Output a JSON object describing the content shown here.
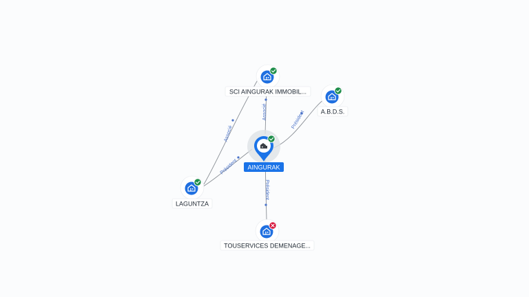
{
  "graph": {
    "center": {
      "id": "aingurak",
      "label": "AINGURAK",
      "status": "active"
    },
    "nodes": [
      {
        "id": "sci",
        "label": "SCI AINGURAK IMMOBIL...",
        "status": "active"
      },
      {
        "id": "abds",
        "label": "A.B.D.S.",
        "status": "active"
      },
      {
        "id": "laguntza",
        "label": "LAGUNTZA",
        "status": "active"
      },
      {
        "id": "touservices",
        "label": "TOUSERVICES DEMENAGE...",
        "status": "closed"
      }
    ],
    "edges": [
      {
        "id": "e-sci-center",
        "from": "sci",
        "to": "aingurak",
        "label": "Associé"
      },
      {
        "id": "e-laguntza-sci",
        "from": "laguntza",
        "to": "sci",
        "label": "Associé"
      },
      {
        "id": "e-center-abds",
        "from": "aingurak",
        "to": "abds",
        "label": "Président"
      },
      {
        "id": "e-laguntza-center",
        "from": "laguntza",
        "to": "aingurak",
        "label": "Président"
      },
      {
        "id": "e-center-touservices",
        "from": "aingurak",
        "to": "touservices",
        "label": "Président"
      }
    ]
  },
  "icons": {
    "node": "building-icon",
    "center": "company-icon",
    "active_badge": "check-icon",
    "closed_badge": "close-icon"
  },
  "colors": {
    "node_fill": "#1f6fe0",
    "center_pin": "#1a73e8",
    "active_badge": "#1e8e4a",
    "closed_badge": "#d6173d",
    "edge_line": "#8a8f96",
    "edge_label": "#4a72c8",
    "label_text": "#222b36"
  }
}
